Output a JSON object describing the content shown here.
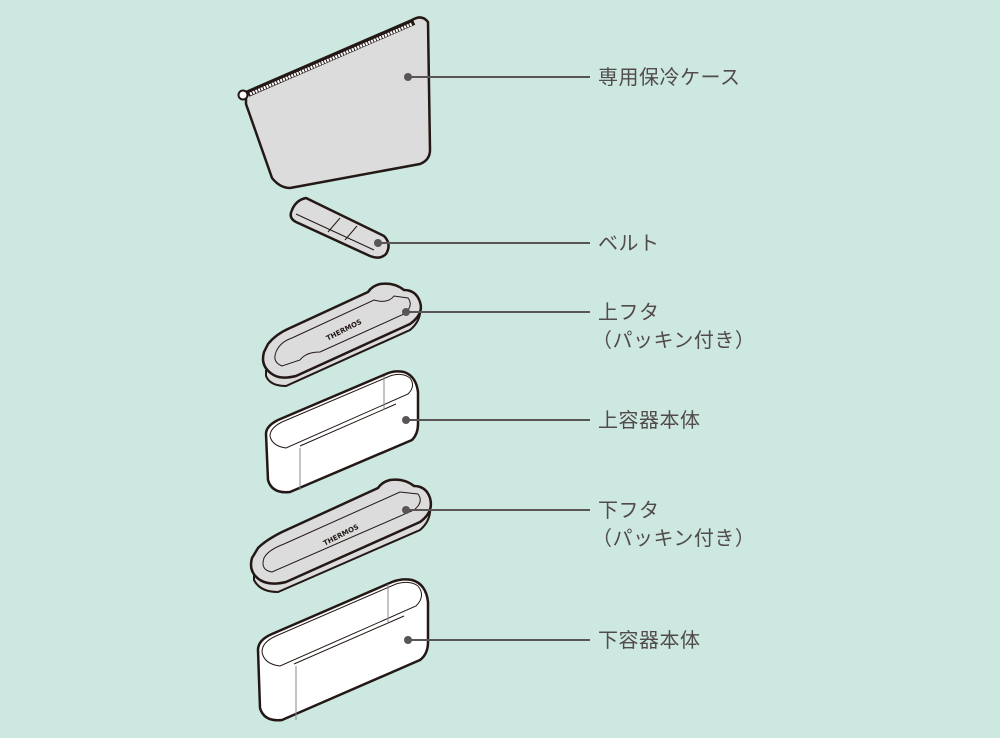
{
  "diagram": {
    "title": "",
    "colors": {
      "background": "#cde8e1",
      "outline": "#231815",
      "part_fill": "#dcdcdc",
      "container_fill": "#ffffff",
      "leader_line": "#5a5555",
      "label_text": "#514b4b"
    },
    "brand_mark": "THERMOS",
    "parts": [
      {
        "id": "cooler-case",
        "label": "専用保冷ケース",
        "sub": ""
      },
      {
        "id": "belt",
        "label": "ベルト",
        "sub": ""
      },
      {
        "id": "upper-lid",
        "label": "上フタ",
        "sub": "（パッキン付き）"
      },
      {
        "id": "upper-container",
        "label": "上容器本体",
        "sub": ""
      },
      {
        "id": "lower-lid",
        "label": "下フタ",
        "sub": "（パッキン付き）"
      },
      {
        "id": "lower-container",
        "label": "下容器本体",
        "sub": ""
      }
    ]
  }
}
